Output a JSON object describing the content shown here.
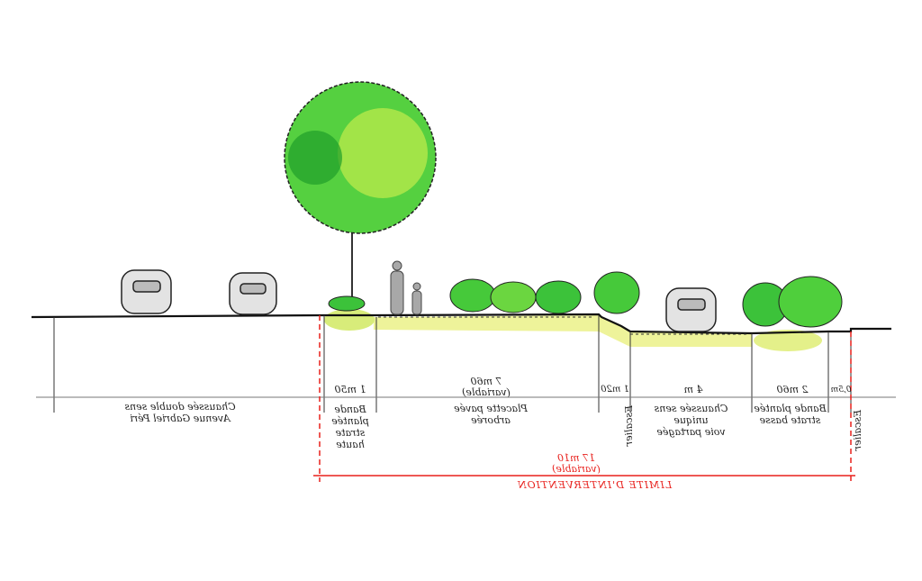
{
  "colors": {
    "ink": "#222222",
    "foliage": "#3cc23a",
    "foliage_light": "#b8e63a",
    "ground_yellow": "#eef39a",
    "limit_red": "#e8201c",
    "car_grey": "#cfcfcf"
  },
  "dimensions": [
    {
      "value": "1 m50"
    },
    {
      "value": "7 m60",
      "note": "(variable)"
    },
    {
      "value": "1 m20"
    },
    {
      "value": "4 m"
    },
    {
      "value": "2 m60"
    },
    {
      "value": "0,5m"
    }
  ],
  "zones": [
    {
      "label": "Chaussée double sens\nAvenue Gabriel Péri"
    },
    {
      "label": "Bande\nplantée\nstrate\nhaute"
    },
    {
      "label": "Placette pavée\narborée"
    },
    {
      "label": "Escalier"
    },
    {
      "label": "Chaussée sens\nunique\nvoie partagée"
    },
    {
      "label": "Bande plantée\nstrate basse"
    },
    {
      "label": "Escalier"
    }
  ],
  "total": {
    "value": "17 m10",
    "note": "(variable)",
    "label": "LIMITE D'INTERVENTION"
  }
}
